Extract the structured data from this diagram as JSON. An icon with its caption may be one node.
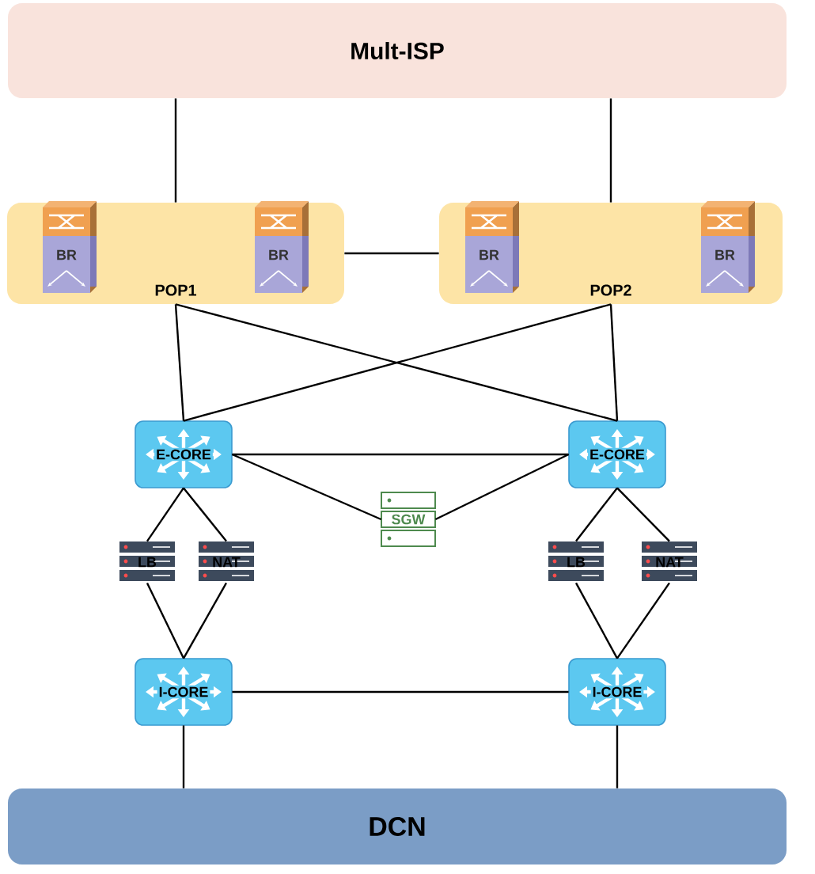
{
  "diagram": {
    "nodes": [
      {
        "text": [
          "Mult-ISP"
        ]
      },
      {
        "text": [
          "POP1"
        ]
      },
      {
        "text": [
          "BR"
        ],
        "in": 1
      },
      {
        "text": [
          "BR"
        ],
        "in": 1
      },
      {
        "text": [
          "POP2"
        ]
      },
      {
        "text": [
          "BR"
        ],
        "in": 4
      },
      {
        "text": [
          "BR"
        ],
        "in": 4
      },
      {
        "text": [
          "E-CORE"
        ]
      },
      {
        "text": [
          "E-CORE"
        ]
      },
      {
        "text": [
          "SGW"
        ]
      },
      {
        "text": [
          "LB"
        ]
      },
      {
        "text": [
          "NAT"
        ]
      },
      {
        "text": [
          "LB"
        ]
      },
      {
        "text": [
          "NAT"
        ]
      },
      {
        "text": [
          "I-CORE"
        ]
      },
      {
        "text": [
          "I-CORE"
        ]
      },
      {
        "text": [
          "DCN"
        ]
      }
    ],
    "edges": [
      {
        "from": 0,
        "to": 1,
        "arrow": "none"
      },
      {
        "from": 0,
        "to": 4,
        "arrow": "none"
      },
      {
        "from": 1,
        "to": 4,
        "arrow": "none"
      },
      {
        "from": 1,
        "to": 7,
        "arrow": "none"
      },
      {
        "from": 1,
        "to": 8,
        "arrow": "none"
      },
      {
        "from": 4,
        "to": 7,
        "arrow": "none"
      },
      {
        "from": 4,
        "to": 8,
        "arrow": "none"
      },
      {
        "from": 7,
        "to": 8,
        "arrow": "none"
      },
      {
        "from": 7,
        "to": 9,
        "arrow": "none"
      },
      {
        "from": 8,
        "to": 9,
        "arrow": "none"
      },
      {
        "from": 7,
        "to": 10,
        "arrow": "none"
      },
      {
        "from": 7,
        "to": 11,
        "arrow": "none"
      },
      {
        "from": 8,
        "to": 12,
        "arrow": "none"
      },
      {
        "from": 8,
        "to": 13,
        "arrow": "none"
      },
      {
        "from": 10,
        "to": 14,
        "arrow": "none"
      },
      {
        "from": 11,
        "to": 14,
        "arrow": "none"
      },
      {
        "from": 12,
        "to": 15,
        "arrow": "none"
      },
      {
        "from": 13,
        "to": 15,
        "arrow": "none"
      },
      {
        "from": 14,
        "to": 15,
        "arrow": "none"
      },
      {
        "from": 14,
        "to": 16,
        "arrow": "none"
      },
      {
        "from": 15,
        "to": 16,
        "arrow": "none"
      }
    ]
  }
}
